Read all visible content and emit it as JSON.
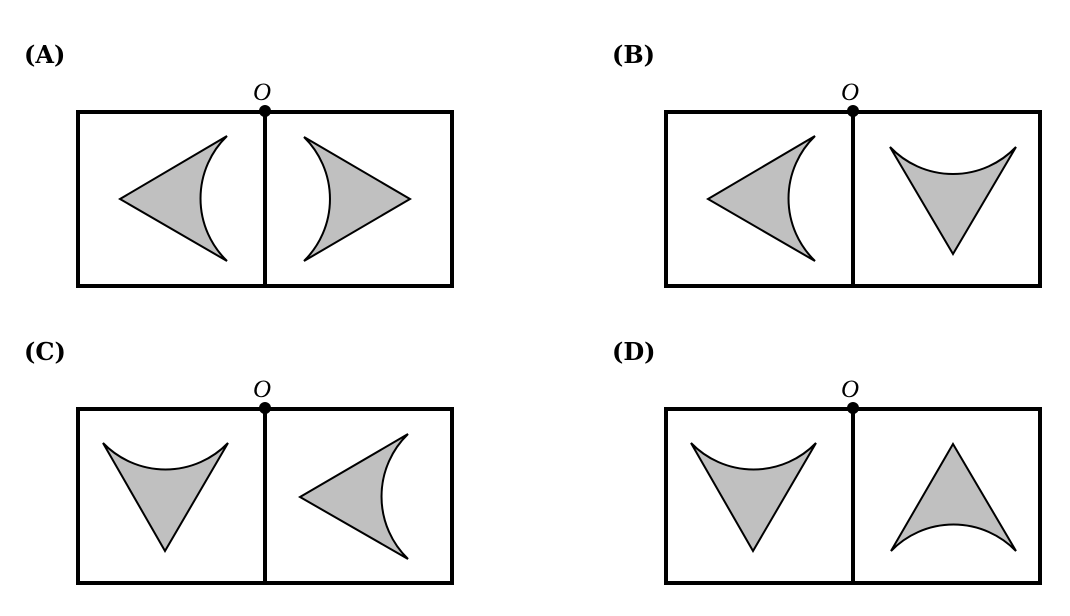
{
  "options": [
    {
      "label": "(A)",
      "origin_label": "O"
    },
    {
      "label": "(B)",
      "origin_label": "O"
    },
    {
      "label": "(C)",
      "origin_label": "O"
    },
    {
      "label": "(D)",
      "origin_label": "O"
    }
  ],
  "colors": {
    "shape_fill": "#c0c0c0",
    "stroke": "#000000"
  }
}
